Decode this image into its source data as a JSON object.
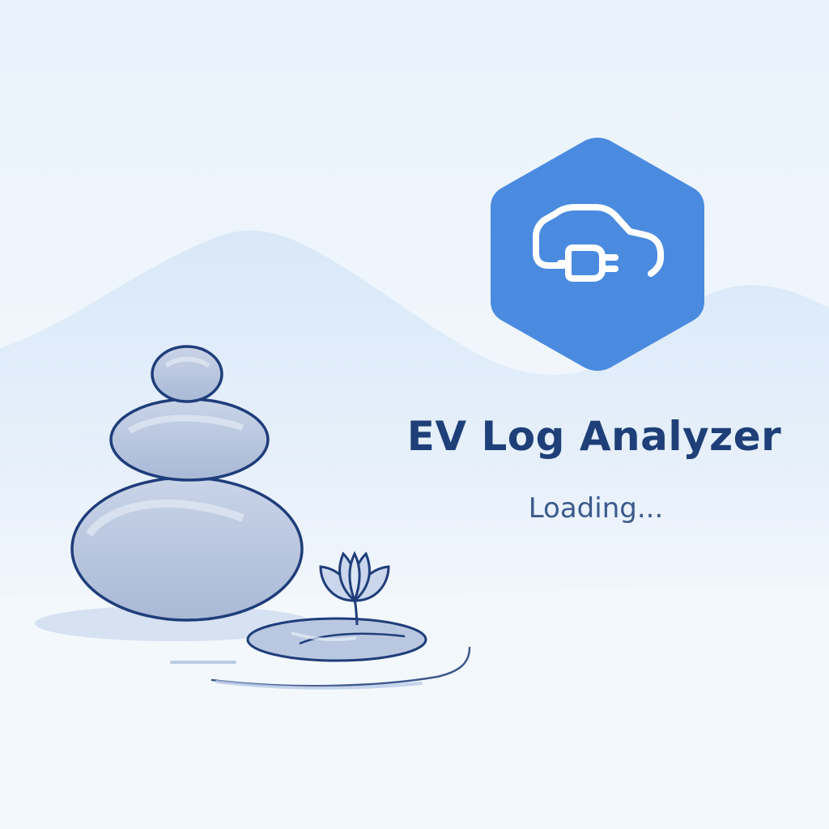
{
  "splash": {
    "app_title": "EV Log Analyzer",
    "status_text": "Loading..."
  },
  "logo": {
    "icon": "ev-car-plug-icon",
    "shape": "hexagon",
    "color": "#4a8be0"
  },
  "illustration": {
    "elements": [
      "mountains-icon",
      "stacked-stones-icon",
      "lotus-icon",
      "lily-pad-icon",
      "water-ripples-icon"
    ],
    "stone_fill": "#b6c5de",
    "outline_color": "#1f3d7a"
  }
}
